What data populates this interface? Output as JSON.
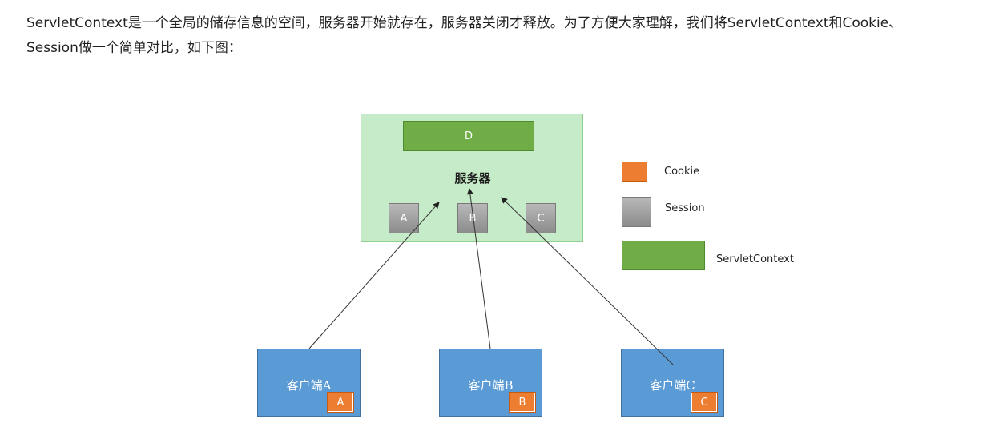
{
  "paragraph": {
    "line1": "ServletContext是一个全局的储存信息的空间，服务器开始就存在，服务器关闭才释放。为了方便大家理解，我们将ServletContext和Cookie、",
    "line2": "Session做一个简单对比，如下图："
  },
  "diagram": {
    "server": {
      "label": "服务器",
      "context_label": "D",
      "sessions": [
        "A",
        "B",
        "C"
      ],
      "fill": "#c6ebc8"
    },
    "clients": [
      {
        "label": "客户端A",
        "cookie": "A"
      },
      {
        "label": "客户端B",
        "cookie": "B"
      },
      {
        "label": "客户端C",
        "cookie": "C"
      }
    ],
    "legend": [
      {
        "label": "Cookie",
        "color": "#ed7d31"
      },
      {
        "label": "Session",
        "color": "#a6a6a6"
      },
      {
        "label": "ServletContext",
        "color": "#70ad47"
      }
    ]
  }
}
